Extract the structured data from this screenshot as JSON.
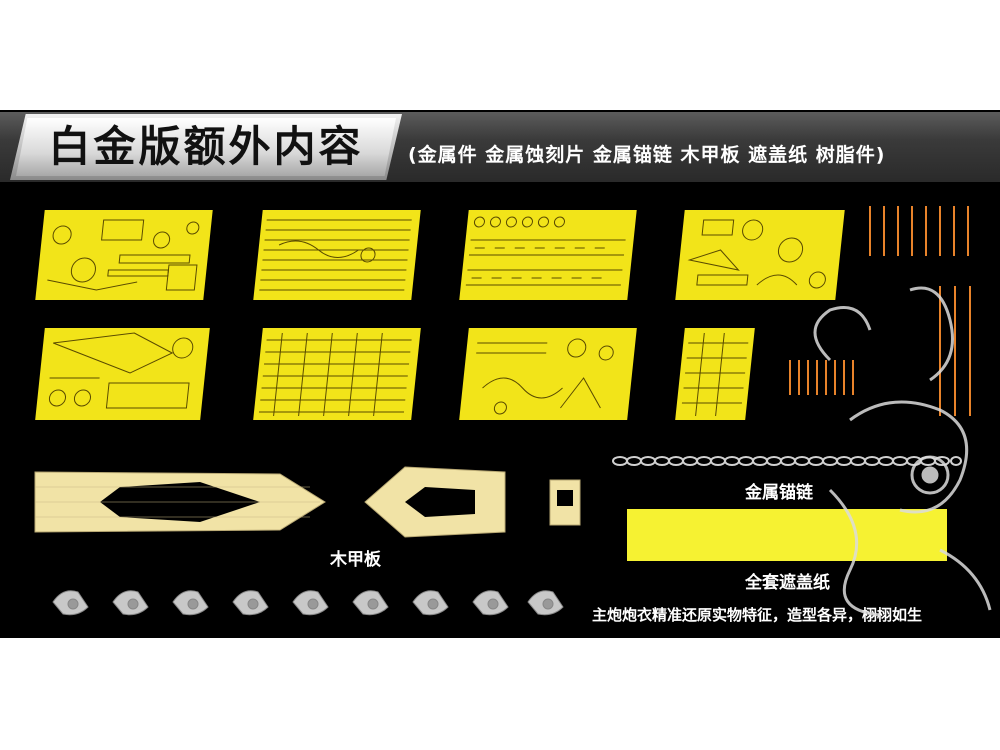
{
  "header": {
    "title": "白金版额外内容",
    "subtitle": "(金属件  金属蚀刻片  金属锚链  木甲板  遮盖纸  树脂件)"
  },
  "labels": {
    "wood_deck": "木甲板",
    "anchor_chain": "金属锚链",
    "mask_sheet": "全套遮盖纸",
    "turret_note": "主炮炮衣精准还原实物特征，造型各异，栩栩如生"
  },
  "colors": {
    "background": "#000000",
    "etch_brass": "#f2e419",
    "wood": "#f1e3a6",
    "mask": "#f6f232",
    "metal_parts": "#e8832a"
  },
  "icons": {
    "dragon_watermark": "dragon-watermark-icon",
    "turret_cover": "turret-cover-icon"
  }
}
